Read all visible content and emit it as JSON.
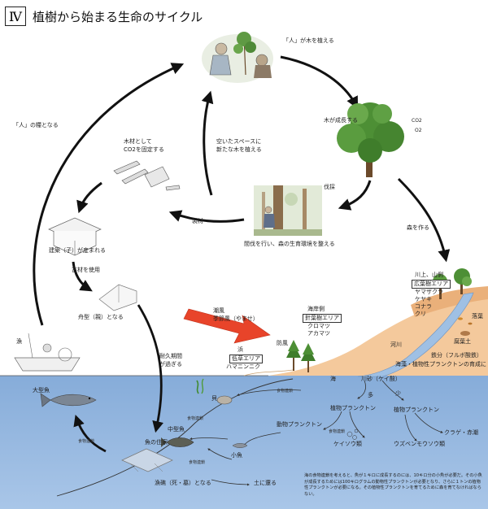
{
  "title": {
    "number": "Ⅳ",
    "text": "植樹から始まる生命のサイクル"
  },
  "forest_cycle": {
    "planting": "「人」が木を植える",
    "growing": "木が成長する",
    "co2": "CO2",
    "o2": "O2",
    "felling": "伐採",
    "thinning": "間伐を行い、森の生育環境を整える",
    "replant_line1": "空いたスペースに",
    "replant_line2": "新たな木を植える",
    "timber_line1": "木材として",
    "timber_line2": "CO2を固定する",
    "lumber": "製材",
    "builds": "建築（子）が産まれる",
    "reuse": "古材を使用",
    "boat": "舟型（親）となる",
    "fisherman": "漁",
    "human_food": "「人」の糧となる",
    "forest_makes": "森を作る"
  },
  "zones": {
    "upstream_line1": "川上、山側",
    "upstream_zone": "広葉樹エリア",
    "broadleaf_trees": [
      "ヤマザクラ",
      "ケヤキ",
      "コナラ",
      "クリ"
    ],
    "coast_line1": "海岸側",
    "coast_zone": "針葉樹エリア",
    "conifer_trees": [
      "クロマツ",
      "アカマツ"
    ],
    "shallows_line1": "浜",
    "shallows_zone": "低草エリア",
    "shallows_plant": "ハマニンニク",
    "windbreak": "防風",
    "wind_line1": "潮風",
    "wind_line2": "季節風（やませ）"
  },
  "river": {
    "fallen_leaves": "落葉",
    "humus": "腐葉土",
    "river": "河川",
    "iron": "鉄分（フルボ酸鉄）",
    "nourish": "海藻・植物性プランクトンの育成に"
  },
  "sea": {
    "durability_line1": "耐久期間",
    "durability_line2": "が過ぎる",
    "sea": "海",
    "sand": "川砂（ケイ酸）",
    "many": "多",
    "few": "少",
    "phyto_left": "植物プランクトン",
    "phyto_right": "植物プランクトン",
    "diatoms": "ケイソウ類",
    "flagellates": "ウズベンモウソウ類",
    "jellyfish": "クラゲ・赤潮",
    "zooplankton": "動物プランクトン",
    "shellfish": "貝",
    "small_fish": "小魚",
    "mid_fish": "中型魚",
    "big_fish": "大型魚",
    "fish_home": "魚の住家",
    "reef": "漁礁（死・墓）となる",
    "return_soil": "土に還る",
    "food_chain": "食物連鎖"
  },
  "note": "海の食物連鎖を考えると、魚が１キロに成長するのには、10キロ分の小魚が必要だ。その小魚が成長するためには100キログラムの動物性プランクトンが必要となり、さらに１トンの植物性プランクトンが必要になる。その植物性プランクトンを育てるために森を育てなければならない。",
  "colors": {
    "sea": "#7fa8d8",
    "sand": "#f2c89a",
    "wind_arrow": "#e8442a",
    "leaf": "#3f8a2e"
  }
}
